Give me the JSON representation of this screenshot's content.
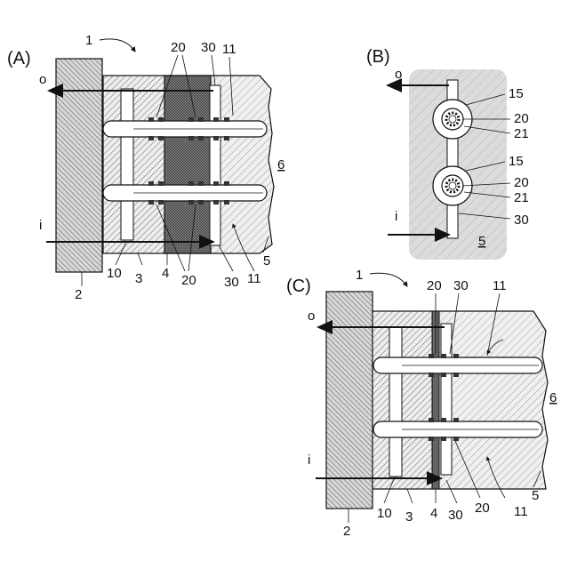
{
  "panels": {
    "a": {
      "tag": "(A)",
      "labels": {
        "n1": "1",
        "n20a": "20",
        "n30a": "30",
        "n11a": "11",
        "o": "o",
        "i": "i",
        "n6": "6",
        "n5": "5",
        "n2": "2",
        "n10": "10",
        "n3": "3",
        "n4": "4",
        "n20b": "20",
        "n30b": "30",
        "n11b": "11"
      }
    },
    "b": {
      "tag": "(B)",
      "labels": {
        "o": "o",
        "n15a": "15",
        "n20a": "20",
        "n21a": "21",
        "n15b": "15",
        "n20b": "20",
        "n21b": "21",
        "i": "i",
        "n30": "30",
        "n5": "5"
      }
    },
    "c": {
      "tag": "(C)",
      "labels": {
        "n1": "1",
        "n20a": "20",
        "n30a": "30",
        "n11a": "11",
        "o": "o",
        "i": "i",
        "n6": "6",
        "n5": "5",
        "n2": "2",
        "n10": "10",
        "n3": "3",
        "n4": "4",
        "n30b": "30",
        "n20b": "20",
        "n11b": "11"
      }
    }
  },
  "colors": {
    "line": "#111111",
    "hatch_light": "#cfcfcf",
    "hatch_dark": "#8a8a8a",
    "panel_b_bg": "#dcdcdc"
  }
}
